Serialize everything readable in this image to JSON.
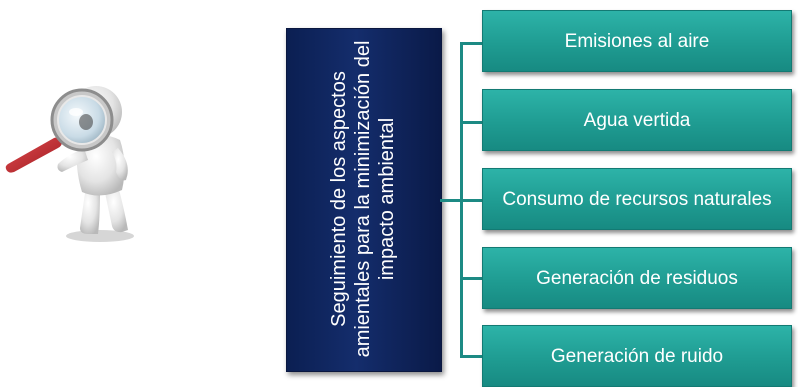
{
  "diagram": {
    "center_label": "Seguimiento de los aspectos amientales para la minimización del impacto ambiental",
    "items": [
      {
        "label": "Emisiones al aire"
      },
      {
        "label": "Agua vertida"
      },
      {
        "label": "Consumo de recursos naturales"
      },
      {
        "label": "Generación de residuos"
      },
      {
        "label": "Generación de ruido"
      }
    ]
  },
  "illustration": {
    "icon": "person-with-magnifying-glass-icon",
    "colors": {
      "body": "#e8e8e8",
      "lens": "#c9dbe6",
      "handle": "#c8282d"
    }
  },
  "colors": {
    "center_box": "#0f2660",
    "item_box": "#239f96",
    "connector": "#1c8a84"
  }
}
